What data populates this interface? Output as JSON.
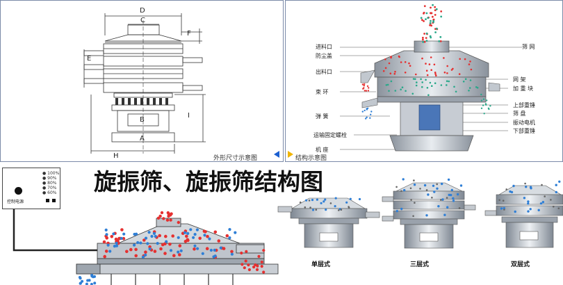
{
  "title": "旋振筛、旋振筛结构图",
  "left_panel": {
    "dims": {
      "d": "D",
      "c": "C",
      "f": "F",
      "e": "E",
      "b": "B",
      "a": "A",
      "h": "H",
      "i": "I"
    },
    "caption_outline": "外形尺寸示意图",
    "caption_structure": "结构示意图"
  },
  "right_panel": {
    "labels_left": [
      "进料口",
      "防尘盖",
      "出料口",
      "束 环",
      "弹 簧",
      "运输固定螺栓",
      "机 座"
    ],
    "labels_right": [
      "筛 网",
      "网 架",
      "加 重 块",
      "上部重锤",
      "筛 盘",
      "振动电机",
      "下部重锤"
    ]
  },
  "control_box": {
    "legend": [
      "100%",
      "90%",
      "80%",
      "70%",
      "60%"
    ],
    "knob_label": "控制电源"
  },
  "types": {
    "single": "单层式",
    "triple": "三层式",
    "double": "双层式"
  },
  "colors": {
    "red": "#e53030",
    "blue": "#2f7fd6",
    "teal": "#2aa88a",
    "steel": "#b8bec7"
  }
}
